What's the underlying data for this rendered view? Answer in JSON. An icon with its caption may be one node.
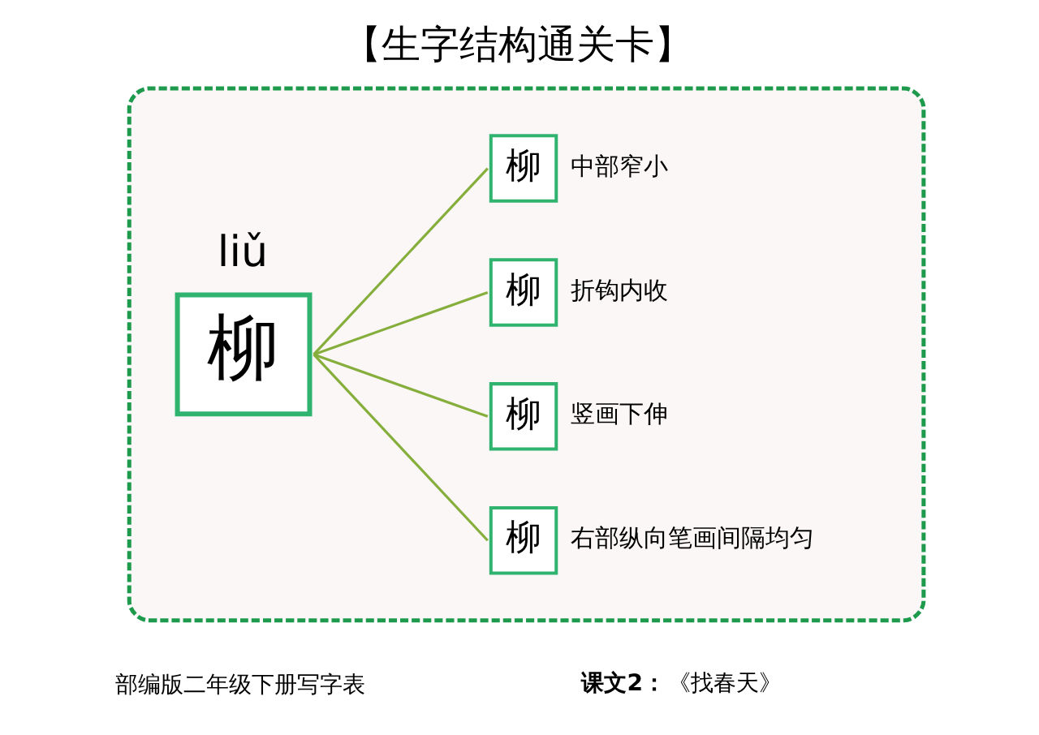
{
  "diagram": {
    "title": "【生字结构通关卡】",
    "nodes": [
      {
        "text": [],
        "shape": "box"
      },
      {
        "text": [
          "liǔ",
          "柳"
        ],
        "in": 0
      },
      {
        "text": [
          "柳"
        ],
        "beside": [
          "中部窄小"
        ],
        "in": 0
      },
      {
        "text": [
          "柳"
        ],
        "beside": [
          "折钩内收"
        ],
        "in": 0
      },
      {
        "text": [
          "柳"
        ],
        "beside": [
          "竖画下伸"
        ],
        "in": 0
      },
      {
        "text": [
          "柳"
        ],
        "beside": [
          "右部纵向笔画间隔均匀"
        ],
        "in": 0
      }
    ],
    "edges": [
      {
        "from": 1,
        "to": 2,
        "arrow": "none"
      },
      {
        "from": 1,
        "to": 3,
        "arrow": "none"
      },
      {
        "from": 1,
        "to": 4,
        "arrow": "none"
      },
      {
        "from": 1,
        "to": 5,
        "arrow": "none"
      }
    ],
    "labels": [
      "部编版二年级下册写字表",
      "**课文2：**《找春天》"
    ]
  }
}
